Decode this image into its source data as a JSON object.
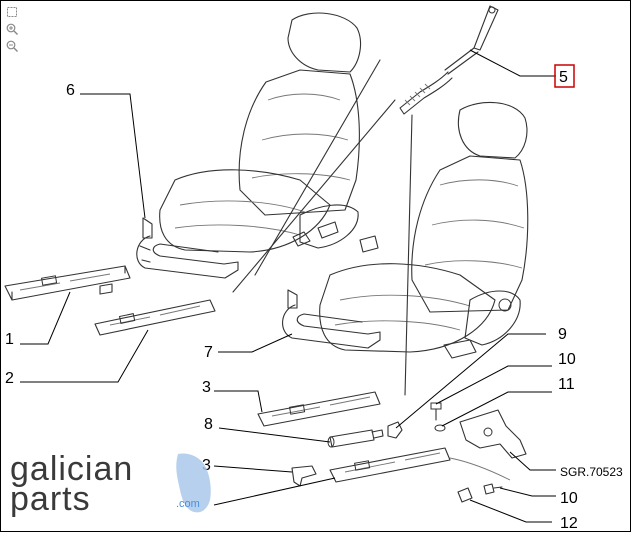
{
  "toolbar": {
    "fit_icon": "fit-page-icon",
    "zoom_in_icon": "zoom-in-icon",
    "zoom_out_icon": "zoom-out-icon"
  },
  "callouts": {
    "c1": "1",
    "c2": "2",
    "c3a": "3",
    "c3b": "3",
    "c5": "5",
    "c6": "6",
    "c7": "7",
    "c8": "8",
    "c9": "9",
    "c10a": "10",
    "c10b": "10",
    "c11": "11",
    "c12": "12"
  },
  "highlight_color": "#cc0000",
  "diagram_code": "SGR.70523",
  "logo": {
    "line1": "galician",
    "line2": "parts",
    "suffix": ".com",
    "accent_color": "#a9c8ea"
  }
}
